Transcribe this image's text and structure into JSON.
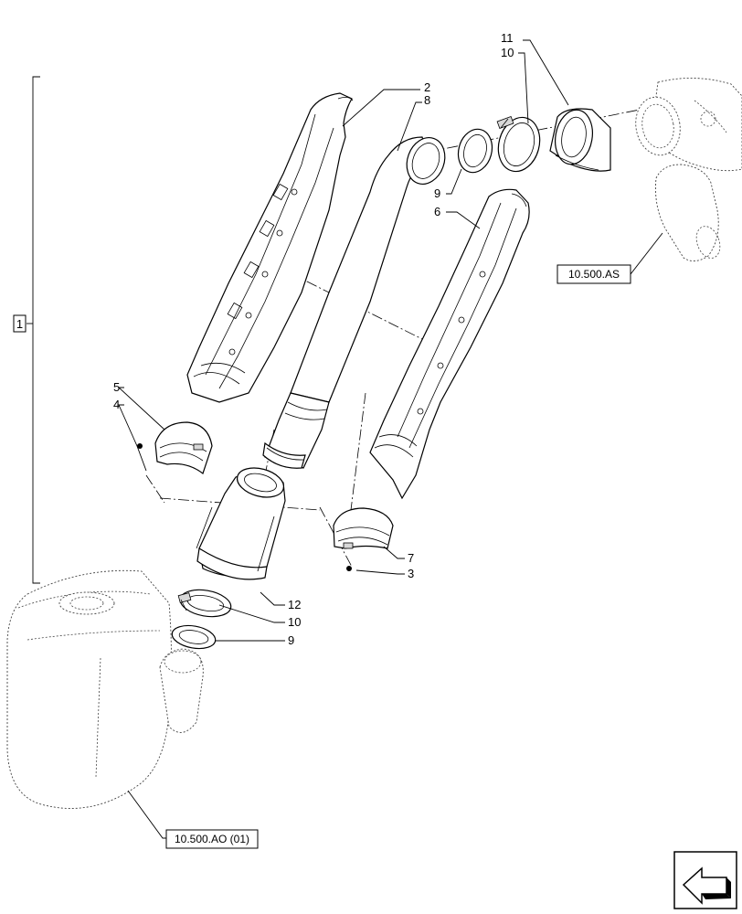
{
  "assembly_label": "1",
  "callouts": {
    "c2": "2",
    "c8": "8",
    "c11": "11",
    "c10_top": "10",
    "c9_top": "9",
    "c6": "6",
    "c5": "5",
    "c4": "4",
    "c7": "7",
    "c3": "3",
    "c12": "12",
    "c10_bottom": "10",
    "c9_bottom": "9"
  },
  "references": {
    "ref_top": "10.500.AS",
    "ref_bottom": "10.500.AO (01)"
  },
  "icons": {
    "nav": "arrow-back-icon"
  }
}
